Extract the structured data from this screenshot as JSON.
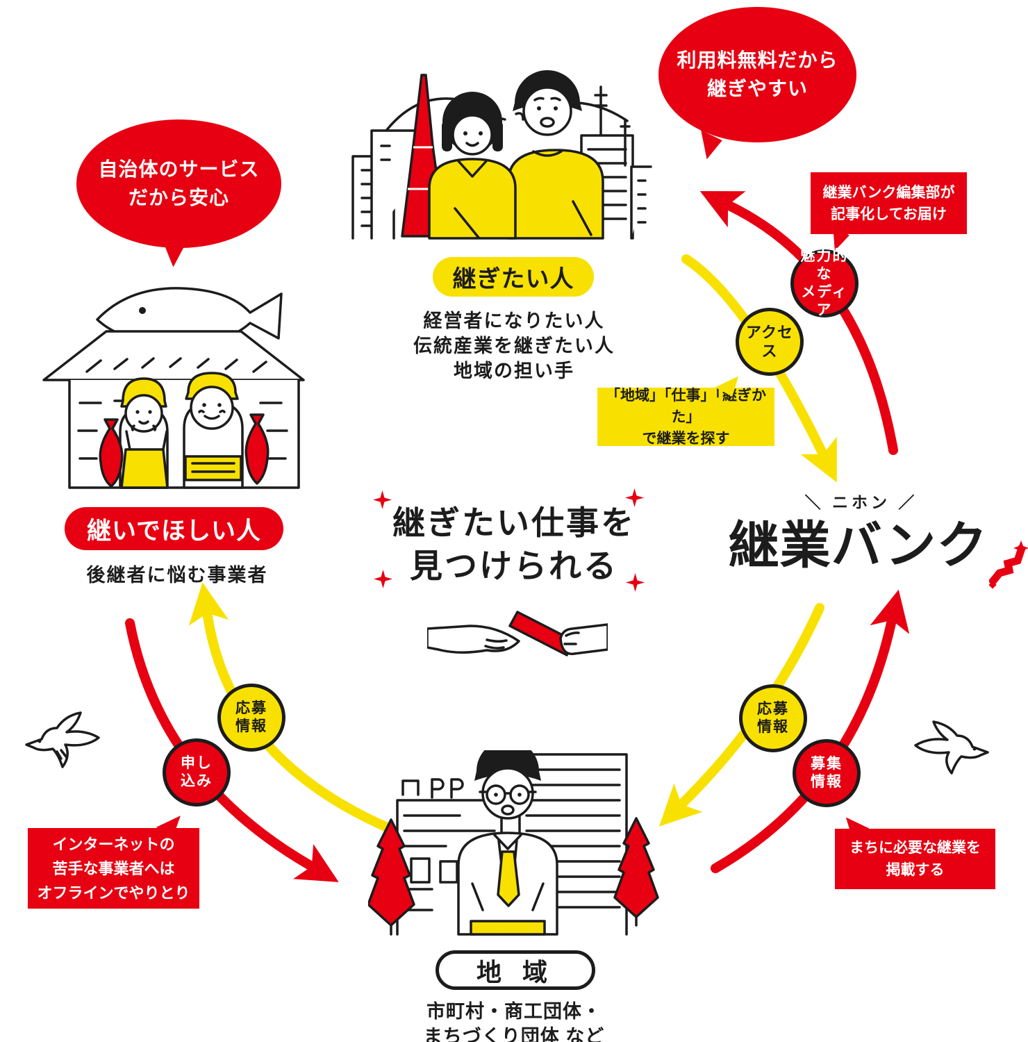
{
  "palette": {
    "red": "#e60012",
    "yellow": "#f8e100",
    "ink": "#1c1c1c"
  },
  "center": {
    "headline": "継ぎたい仕事を\n見つけられる"
  },
  "logo": {
    "kana_top": "＼ ニホン ／",
    "title": "継業バンク"
  },
  "wants_to_inherit": {
    "label": "継ぎたい人",
    "description": "経営者になりたい人\n伝統産業を継ぎたい人\n地域の担い手"
  },
  "wants_successor": {
    "label": "継いでほしい人",
    "description": "後継者に悩む事業者"
  },
  "region": {
    "label": "地 域",
    "description": "市町村・商工団体・\nまちづくり団体 など"
  },
  "speech_bubbles": {
    "free_service": "利用料無料だから\n継ぎやすい",
    "municipal_service": "自治体のサービス\nだから安心"
  },
  "callouts": {
    "editorial": "継業バンク編集部が\n記事化してお届け",
    "search": "「地域」「仕事」「継ぎかた」\nで継業を探す",
    "offline": "インターネットの\n苦手な事業者へは\nオフラインでやりとり",
    "posting": "まちに必要な継業を\n掲載する"
  },
  "flow_nodes": {
    "media": "魅力的な\nメディア",
    "access": "アクセス",
    "apply": "申し\n込み",
    "application_info_left": "応募\n情報",
    "application_info_right": "応募\n情報",
    "recruitment_info": "募集\n情報"
  }
}
